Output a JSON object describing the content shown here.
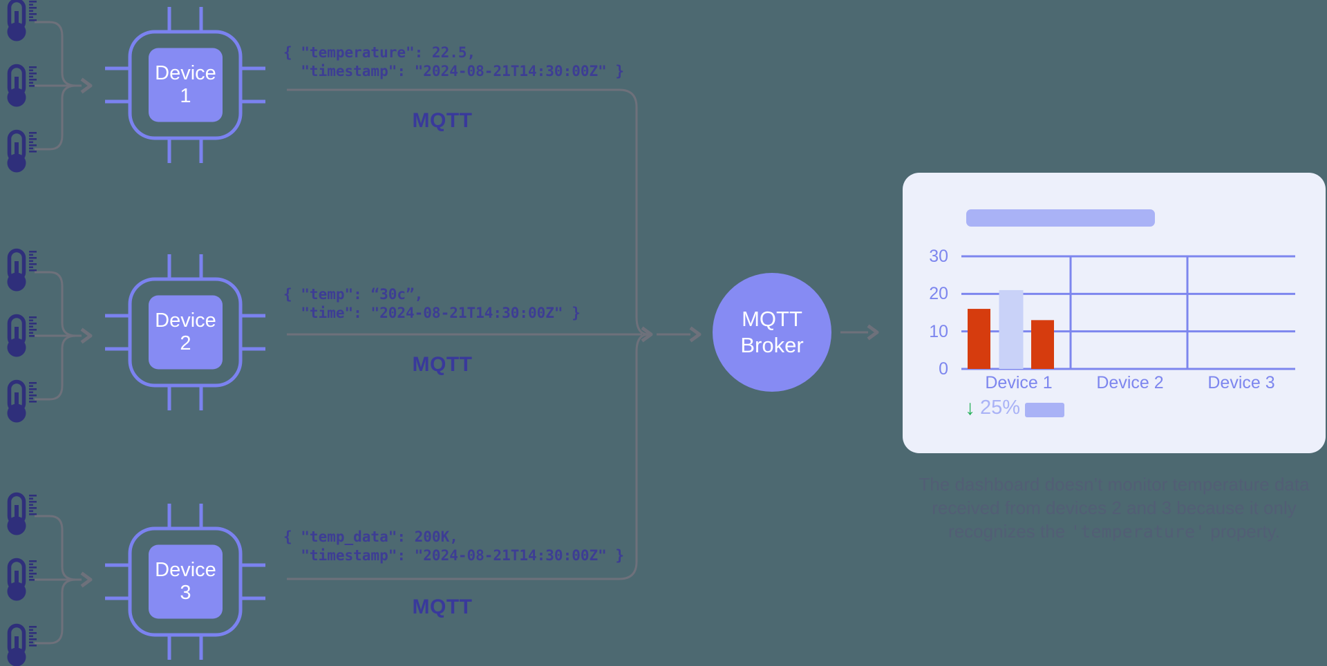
{
  "devices": [
    {
      "label": "Device 1",
      "payload": "{ \"temperature\": 22.5,\n  \"timestamp\": \"2024-08-21T14:30:00Z\" }",
      "protocol": "MQTT"
    },
    {
      "label": "Device 2",
      "payload": "{ \"temp\": “30c”,\n  \"time\": \"2024-08-21T14:30:00Z\" }",
      "protocol": "MQTT"
    },
    {
      "label": "Device 3",
      "payload": "{ \"temp_data\": 200K,\n  \"timestamp\": \"2024-08-21T14:30:00Z\" }",
      "protocol": "MQTT"
    }
  ],
  "broker": {
    "label": "MQTT Broker"
  },
  "dashboard": {
    "legend": {
      "direction": "down",
      "arrow_icon": "↓",
      "change": "25%"
    }
  },
  "chart_data": {
    "type": "bar",
    "categories": [
      "Device 1",
      "Device 2",
      "Device 3"
    ],
    "yticks": [
      0,
      10,
      20,
      30
    ],
    "ylim": [
      0,
      30
    ],
    "grid": true,
    "bars": [
      {
        "category": "Device 1",
        "value": 16,
        "color": "#d63c0e"
      },
      {
        "category": "Device 1",
        "value": 21,
        "color": "#c9d2f8"
      },
      {
        "category": "Device 1",
        "value": 13,
        "color": "#d63c0e"
      }
    ]
  },
  "caption": {
    "text_before": "The dashboard doesn’t monitor temperature data received from devices 2 and 3 because it only recognizes the ",
    "code": "'temperature'",
    "text_after": " property."
  },
  "icons": {
    "sensor": "thermometer-icon",
    "device": "chip-icon",
    "legend_trend": "down-arrow-icon"
  },
  "colors": {
    "background": "#4d6971",
    "connector_gray": "#6e717b",
    "periwinkle_stroke": "#7b82f0",
    "periwinkle_fill": "#868bf3",
    "thermometer": "#2f2f7b",
    "json_text": "#3d3d94",
    "mqtt_text": "#39399b",
    "card_bg": "#edf0fb",
    "chart_line": "#7d86ee",
    "placeholder_bar": "#a9b2f6",
    "bar_red": "#d63c0e",
    "bar_lavender": "#c9d2f8",
    "legend_green": "#26b159",
    "caption_text": "rgba(86,86,120,0.6)"
  }
}
